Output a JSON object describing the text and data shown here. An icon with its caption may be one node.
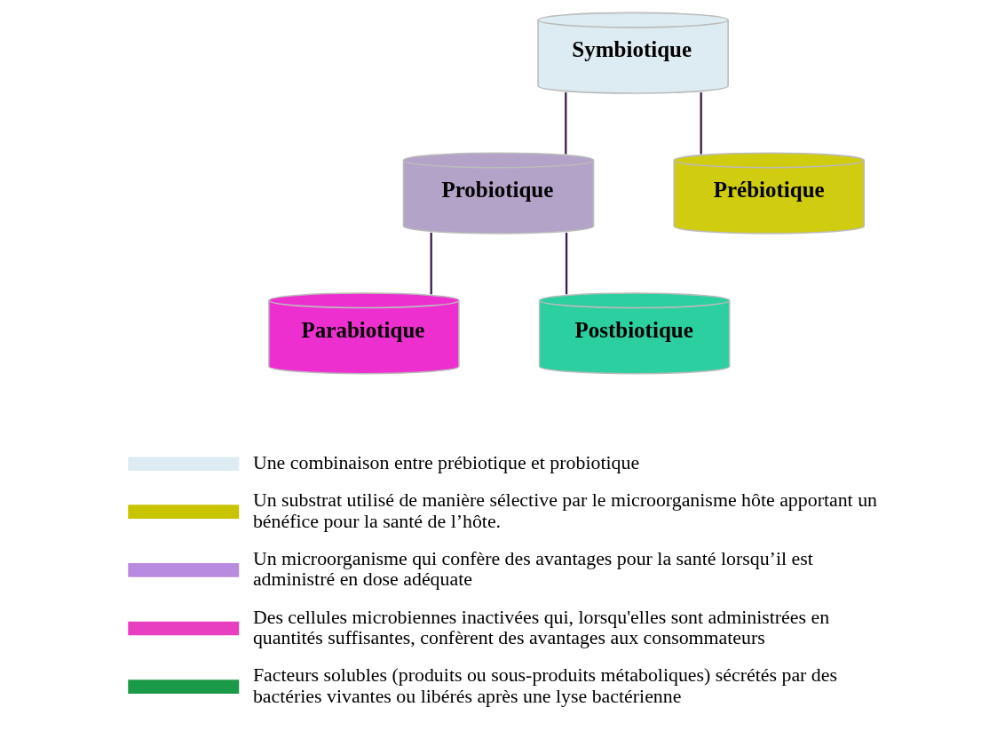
{
  "diagram": {
    "nodes": [
      {
        "text": [
          "Symbiotique"
        ]
      },
      {
        "text": [
          "Probiotique"
        ]
      },
      {
        "text": [
          "Prébiotique"
        ]
      },
      {
        "text": [
          "Parabiotique"
        ]
      },
      {
        "text": [
          "Postbiotique"
        ]
      }
    ],
    "edges": [
      {
        "from": 0,
        "to": 1,
        "arrow": "none"
      },
      {
        "from": 0,
        "to": 2,
        "arrow": "none"
      },
      {
        "from": 1,
        "to": 3,
        "arrow": "none"
      },
      {
        "from": 1,
        "to": 4,
        "arrow": "none"
      }
    ],
    "legend": [
      {
        "text": "Une combinaison entre prébiotique et probiotique",
        "color": "#dcecf2"
      },
      {
        "text": "Un substrat utilisé de manière sélective par le microorganisme hôte apportant un bénéfice pour la santé de l’hôte.",
        "color": "#c8c400"
      },
      {
        "text": "Un microorganisme qui confère des avantages pour la santé lorsqu’il est administré en dose adéquate",
        "color": "#b98be0"
      },
      {
        "text": "Des cellules microbiennes inactivées qui, lorsqu'elles sont administrées en quantités suffisantes, confèrent des avantages aux consommateurs",
        "color": "#e83fc0"
      },
      {
        "text": "Facteurs solubles (produits ou sous-produits métaboliques) sécrétés par des bactéries vivantes ou libérés après une lyse bactérienne",
        "color": "#1a9a48"
      }
    ]
  }
}
